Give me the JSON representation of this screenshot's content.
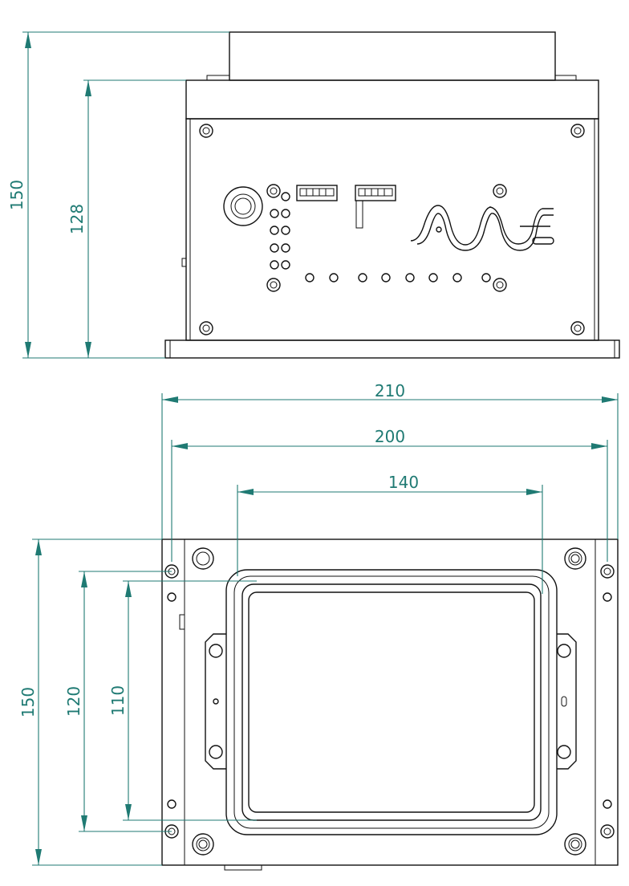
{
  "drawing": {
    "front_view": {
      "dimensions": {
        "overall_height": "150",
        "body_height": "128"
      },
      "logo": "AVE",
      "connectors": [
        "connector-left",
        "connector-right"
      ],
      "led_column_count": 5,
      "led_row_count": 8
    },
    "bottom_view": {
      "dimensions": {
        "overall_width": "210",
        "mount_width": "200",
        "window_width": "140",
        "overall_depth": "150",
        "mount_depth": "120",
        "window_depth": "110"
      }
    },
    "colors": {
      "dimension": "#1f7a73",
      "line": "#111111"
    }
  }
}
